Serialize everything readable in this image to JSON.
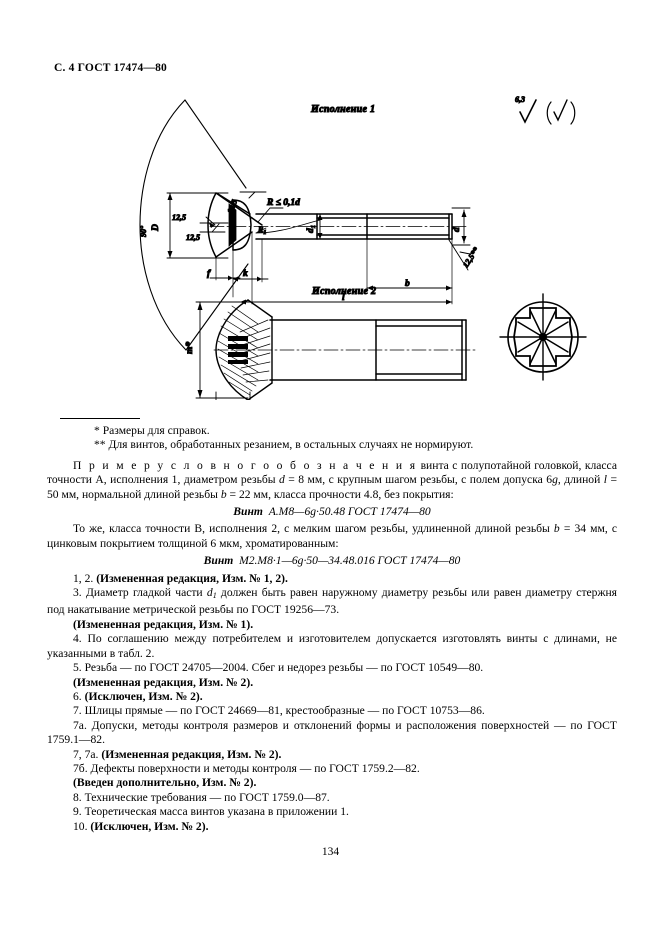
{
  "header": {
    "page_ref": "С. 4 ГОСТ 17474—80"
  },
  "drawing": {
    "view1_title": "Исполнение 1",
    "view2_title": "Исполнение 2",
    "roughness_main": "6,3",
    "roughness_paren": "(√)",
    "labels": {
      "angle": "90°",
      "head_diameter": "D",
      "roughness_a": "12,5",
      "roughness_b": "12,5",
      "roughness_c": "12,5",
      "roughness_d": "12,5**",
      "radius_note": "R ≤ 0,1d",
      "radius_r1": "R",
      "radius_r1_sub": "1",
      "shank_d1": "d",
      "shank_d1_sub": "1",
      "thread_d": "d",
      "dim_f": "f",
      "dim_k": "k",
      "dim_l": "l",
      "dim_b": "b",
      "dim_m": "m*",
      "dim_h": "h*"
    }
  },
  "footnotes": [
    "* Размеры для справок.",
    "** Для винтов, обработанных резанием, в остальных случаях не нормируют."
  ],
  "body": {
    "example1_lead_spaced": "П р и м е р   у с л о в н о г о   о б о з н а ч е н и я",
    "example1_rest": " винта  с полупотайной головкой, класса точности А, исполнения 1,  диаметром  резьбы ",
    "example1_d": "d",
    "example1_rest2": " = 8 мм,  с крупным  шагом резьбы,  с  полем допуска 6",
    "example1_g": "g",
    "example1_rest3": ", длиной ",
    "example1_l": "l",
    "example1_rest4": " = 50 мм, нормальной длиной резьбы ",
    "example1_b": "b",
    "example1_rest5": " = 22 мм, класса прочности 4.8, без покрытия:",
    "designation1_word": "Винт",
    "designation1_code": "А.М8—6g·50.48  ГОСТ  17474—80",
    "example2_lead": "То же, класса точности В, исполнения 2, с мелким шагом резьбы, удлиненной  длиной  резьбы ",
    "example2_b": "b",
    "example2_rest": " = 34 мм, с цинковым покрытием толщиной 6 мкм, хроматированным:",
    "designation2_word": "Винт",
    "designation2_code": "М2.М8·1—6g·50—34.48.016  ГОСТ  17474—80",
    "items": [
      {
        "id": "item-1-2",
        "number": "1, 2. ",
        "bold_text": "(Измененная редакция, Изм. № 1, 2).",
        "plain_text": ""
      },
      {
        "id": "item-3",
        "number": "3. ",
        "plain_text_a": "Диаметр гладкой части ",
        "var": "d",
        "var_sub": "1",
        "plain_text_b": "  должен быть равен наружному диаметру резьбы или равен диаметру стержня под накатывание метрической резьбы по ГОСТ 19256—73."
      },
      {
        "id": "item-3-note",
        "bold_text": "(Измененная редакция, Изм. № 1)."
      },
      {
        "id": "item-4",
        "number": "4. ",
        "plain_text": "По соглашению между потребителем и изготовителем допускается изготовлять винты с длинами, не указанными в табл. 2."
      },
      {
        "id": "item-5",
        "number": "5. ",
        "plain_text": "Резьба — по ГОСТ 24705—2004. Сбег и недорез резьбы — по ГОСТ 10549—80."
      },
      {
        "id": "item-5-note",
        "bold_text": "(Измененная редакция, Изм. № 2)."
      },
      {
        "id": "item-6",
        "number": "6.  ",
        "bold_text": "(Исключен, Изм.  № 2)."
      },
      {
        "id": "item-7",
        "number": "7. ",
        "plain_text": "Шлицы прямые —  по ГОСТ 24669—81, крестообразные — по ГОСТ 10753—86."
      },
      {
        "id": "item-7a",
        "number": "7а. ",
        "plain_text": "Допуски, методы контроля размеров и отклонений формы и расположения поверхностей — по ГОСТ 1759.1—82."
      },
      {
        "id": "item-7-7a-note",
        "number": "7, 7а. ",
        "bold_text": "(Измененная редакция, Изм. № 2)."
      },
      {
        "id": "item-7b",
        "number": "7б. ",
        "plain_text": "Дефекты поверхности и методы контроля — по ГОСТ 1759.2—82."
      },
      {
        "id": "item-7b-note",
        "bold_text": "(Введен дополнительно, Изм. № 2)."
      },
      {
        "id": "item-8",
        "number": "8. ",
        "plain_text": "Технические требования — по ГОСТ 1759.0—87."
      },
      {
        "id": "item-9",
        "number": "9. ",
        "plain_text": "Теоретическая масса винтов указана в приложении 1."
      },
      {
        "id": "item-10",
        "number": "10. ",
        "bold_text": "(Исключен, Изм.  № 2)."
      }
    ]
  },
  "footer": {
    "page_number": "134"
  }
}
